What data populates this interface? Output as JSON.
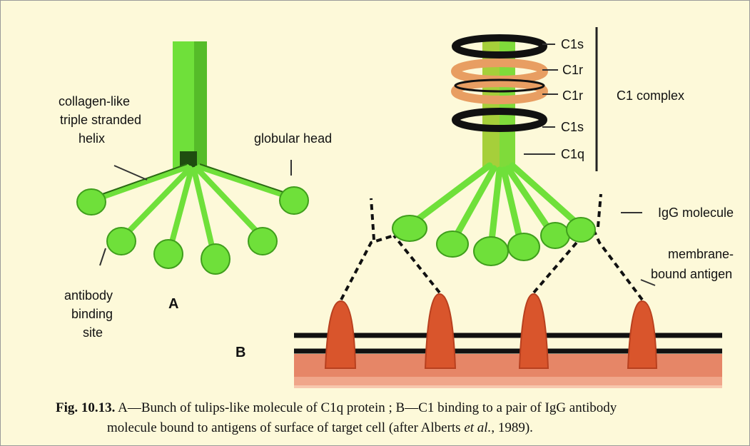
{
  "labels": {
    "collagen_1": "collagen-like",
    "collagen_2": "triple stranded",
    "collagen_3": "helix",
    "globular_head": "globular head",
    "antibody_1": "antibody",
    "antibody_2": "binding",
    "antibody_3": "site",
    "panel_a": "A",
    "panel_b": "B",
    "c1s_top": "C1s",
    "c1r_1": "C1r",
    "c1r_2": "C1r",
    "c1s_bottom": "C1s",
    "c1q": "C1q",
    "c1_complex": "C1 complex",
    "igg": "IgG molecule",
    "membrane_1": "membrane-",
    "membrane_2": "bound antigen"
  },
  "caption": {
    "number": "Fig. 10.13.",
    "line1": "A—Bunch of tulips-like molecule of C1q protein ; B—C1 binding to a pair of IgG antibody",
    "line2a": "molecule bound to antigens of surface of target cell (after Alberts ",
    "line2_italic": "et al.",
    "line2b": ", 1989)."
  },
  "colors": {
    "background": "#fdf9d9",
    "green": "#6fe03a",
    "dark_green": "#3f9e1c",
    "orange": "#e89e62",
    "membrane_red": "#e0694a",
    "antigen_dark": "#b8401f",
    "black": "#111111"
  }
}
